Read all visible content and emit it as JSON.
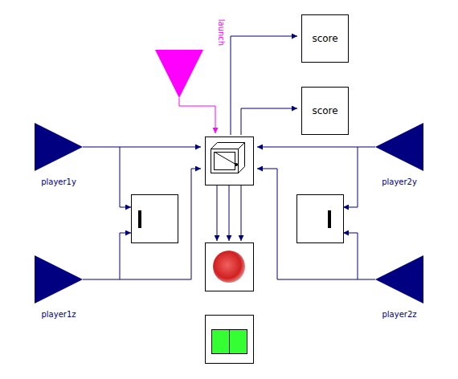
{
  "diagram": {
    "nodes": [
      {
        "text": [
          "score"
        ]
      },
      {
        "text": [
          "score"
        ]
      },
      {
        "text": [
          "player1y"
        ]
      },
      {
        "text": [
          "player2y"
        ]
      },
      {
        "text": [
          "player1z"
        ]
      },
      {
        "text": [
          "player2z"
        ]
      }
    ],
    "labels": [
      "launch"
    ]
  }
}
